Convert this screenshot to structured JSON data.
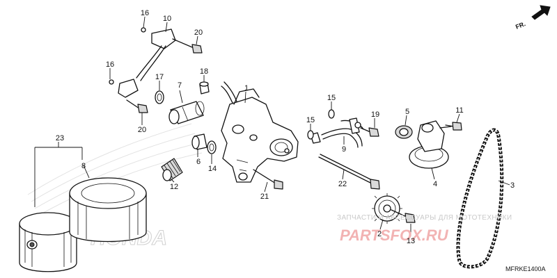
{
  "diagram": {
    "code": "MFRKE1400A",
    "front_label": "FR.",
    "brand_mark": "HONDA",
    "watermark_text": "ЗАПЧАСТИ И АКСЕССУАРЫ ДЛЯ МОТОТЕХНИКИ",
    "watermark_logo": "PARTSFOX.RU",
    "callouts": [
      "1",
      "2",
      "3",
      "4",
      "5",
      "6",
      "7",
      "8",
      "9",
      "10",
      "11",
      "12",
      "13",
      "14",
      "15",
      "15",
      "16",
      "16",
      "17",
      "18",
      "19",
      "20",
      "20",
      "21",
      "22",
      "23"
    ]
  },
  "colors": {
    "line": "#111111",
    "watermark_red": "#f2b3b3",
    "watermark_grey": "#c9c9c9"
  }
}
